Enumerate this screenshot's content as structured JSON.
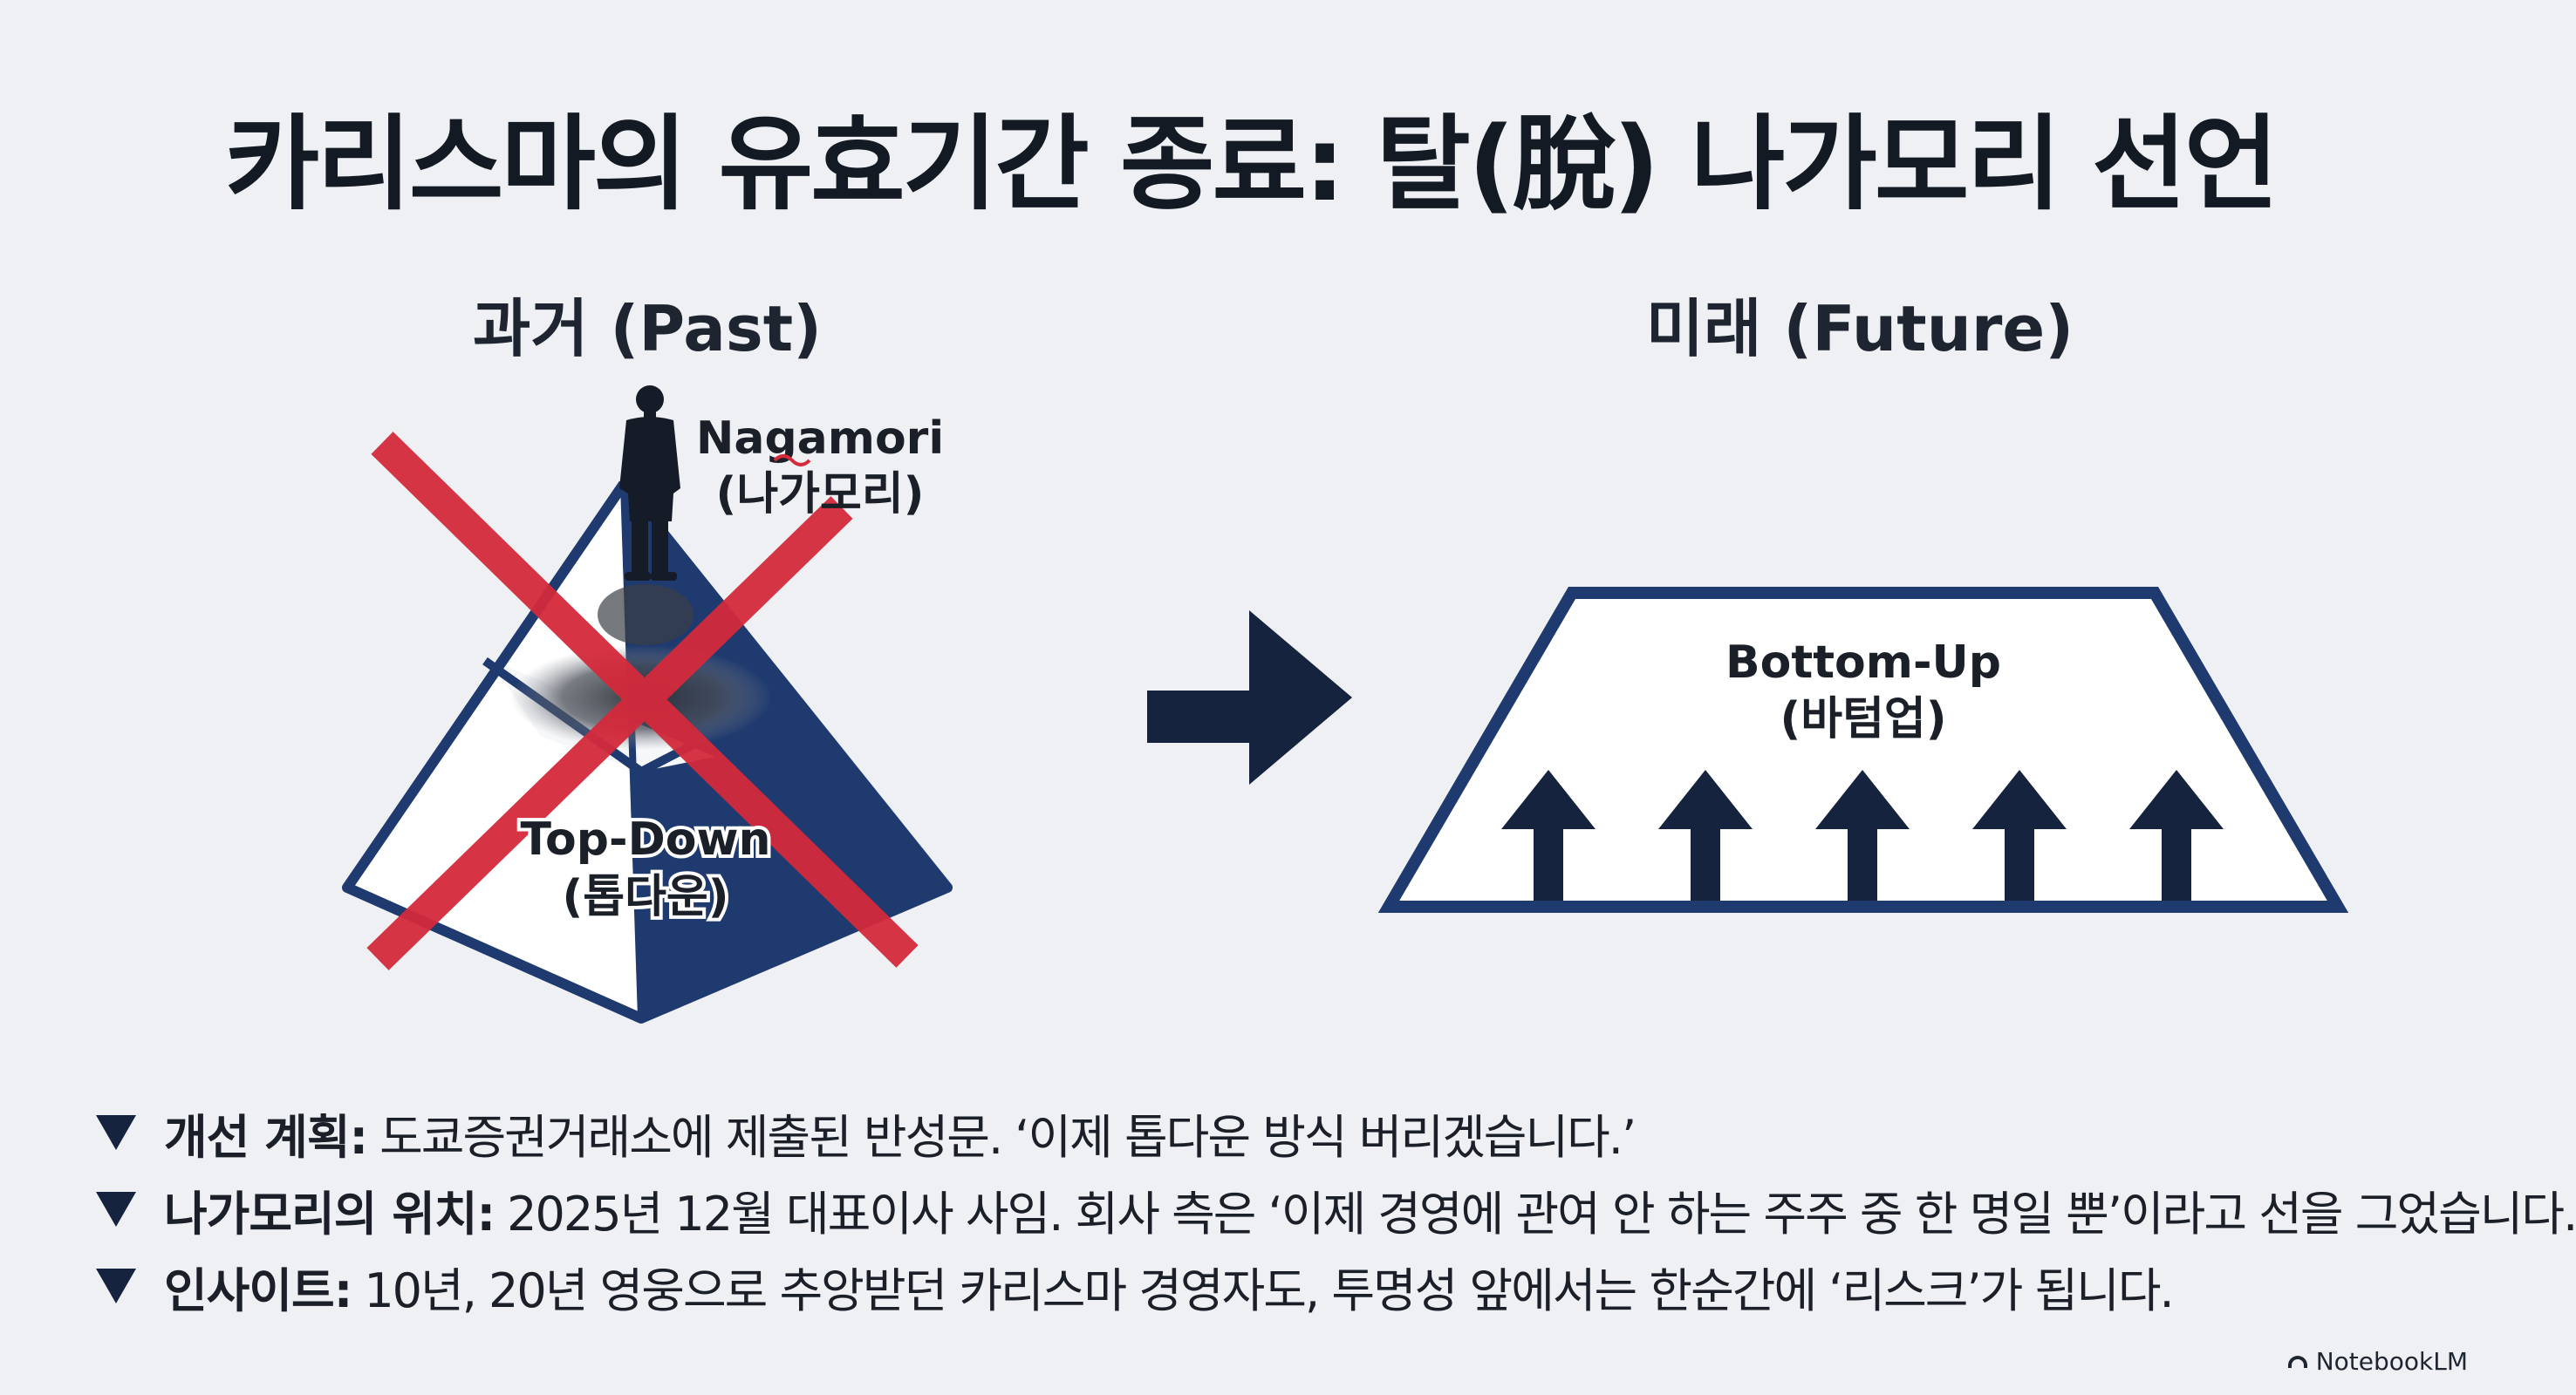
{
  "title": "카리스마의 유효기간 종료: 탈(脫) 나가모리 선언",
  "past": {
    "label": "과거 (Past)",
    "figure_name": "Nagamori",
    "figure_name_ko": "(나가모리)",
    "structure_label": "Top-Down",
    "structure_label_ko": "(톱다운)"
  },
  "future": {
    "label": "미래 (Future)",
    "structure_label": "Bottom-Up",
    "structure_label_ko": "(바텀업)",
    "arrow_count": 5
  },
  "bullets": [
    {
      "heading": "개선 계획:",
      "text": "도쿄증권거래소에 제출된 반성문. ‘이제 톱다운 방식 버리겠습니다.’"
    },
    {
      "heading": "나가모리의 위치:",
      "text": "2025년 12월 대표이사 사임. 회사 측은 ‘이제 경영에 관여 안 하는 주주 중 한 명일 뿐’이라고 선을 그었습니다."
    },
    {
      "heading": "인사이트:",
      "text": "10년, 20년 영웅으로 추앙받던 카리스마 경영자도, 투명성 앞에서는 한순간에 ‘리스크’가 됩니다."
    }
  ],
  "brand": "NotebookLM",
  "colors": {
    "navy": "#1f3a6e",
    "dark_navy": "#16233f",
    "cross_red": "#d42a3c",
    "background": "#eef0f3"
  }
}
